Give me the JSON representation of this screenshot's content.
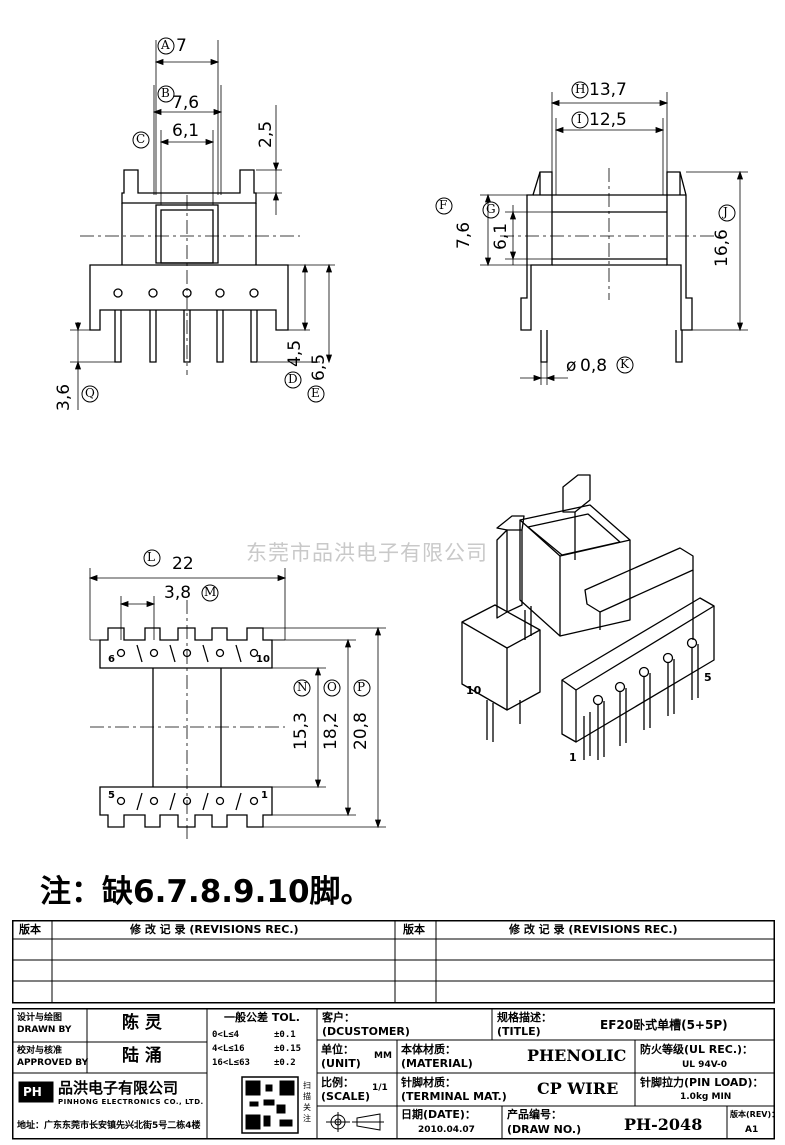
{
  "watermark": "东莞市品洪电子有限公司",
  "note": "注：缺6.7.8.9.10脚。",
  "dims": {
    "A": "7",
    "B": "7,6",
    "C": "6,1",
    "top_h": "2,5",
    "D": "4,5",
    "E": "6,5",
    "Q": "3,6",
    "H": "13,7",
    "I": "12,5",
    "F": "7,6",
    "G": "6,1",
    "J": "16,6",
    "K": "0,8",
    "L": "22",
    "M": "3,8",
    "N": "15,3",
    "O": "18,2",
    "P": "20,8"
  },
  "letters": {
    "A": "A",
    "B": "B",
    "C": "C",
    "D": "D",
    "E": "E",
    "Q": "Q",
    "H": "H",
    "I": "I",
    "F": "F",
    "G": "G",
    "J": "J",
    "K": "K",
    "L": "L",
    "M": "M",
    "N": "N",
    "O": "O",
    "P": "P"
  },
  "diameter_symbol": "ø",
  "pins": {
    "p6": "6",
    "p10": "10",
    "p5": "5",
    "p1": "1",
    "iso10": "10",
    "iso5": "5",
    "iso1": "1"
  },
  "revisions": {
    "col_version": "版本",
    "col_record": "修 改 记 录 (REVISIONS REC.)"
  },
  "title_block": {
    "designer_label_cn": "设计与绘图",
    "designer_label_en": "DRAWN BY",
    "designer": "陈 灵",
    "checker_label_cn": "校对与核准",
    "checker_label_en": "APPROVED BY",
    "checker": "陆 涌",
    "tol_title": "一般公差 TOL.",
    "tol_rows": [
      {
        "range": "0<L≤4",
        "value": "±0.1"
      },
      {
        "range": "4<L≤16",
        "value": "±0.15"
      },
      {
        "range": "16<L≤63",
        "value": "±0.2"
      }
    ],
    "customer_label": "客户：",
    "customer_label_en": "(DCUSTOMER)",
    "spec_label": "规格描述：",
    "spec_label_en": "(TITLE)",
    "spec": "EF20卧式单槽(5+5P)",
    "unit_label": "单位：",
    "unit_label_en": "(UNIT)",
    "unit": "MM",
    "material_label": "本体材质：",
    "material_label_en": "(MATERIAL)",
    "material": "PHENOLIC",
    "fire_label": "防火等级(UL REC.)：",
    "fire": "UL 94V-0",
    "scale_label": "比例：",
    "scale_label_en": "(SCALE)",
    "scale": "1/1",
    "terminal_label": "针脚材质：",
    "terminal_label_en": "(TERMINAL MAT.)",
    "terminal": "CP WIRE",
    "pinload_label": "针脚拉力(PIN LOAD)：",
    "pinload": "1.0kg MIN",
    "date_label": "日期(DATE)：",
    "date": "2010.04.07",
    "drawno_label": "产品编号：",
    "drawno_label_en": "(DRAW NO.)",
    "drawno": "PH-2048",
    "rev_label": "版本(REV)：",
    "rev": "A1",
    "company_logo": "PH",
    "company_cn": "品洪电子有限公司",
    "company_en": "PINHONG ELECTRONICS CO., LTD.",
    "address": "地址：广东东莞市长安镇先兴北街5号二栋4楼",
    "qr_caption": "扫描关注"
  },
  "colors": {
    "line": "#000000",
    "watermark": "#c9c9c9"
  }
}
